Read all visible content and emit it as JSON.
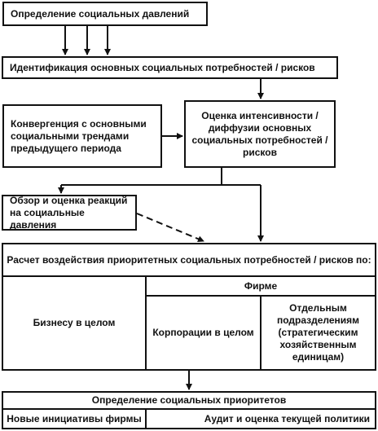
{
  "nodes": {
    "define_pressures": "Определение социальных давлений",
    "identify_needs": "Идентификация основных социальных потребностей / рисков",
    "convergence": "Конвергенция с основными социальными трендами предыдущего периода",
    "assessment": "Оценка интенсивности / диффузии основных социальных потребностей / рисков",
    "review_reactions": "Обзор и оценка реакций на социальные давления",
    "impact_calc": "Расчет воздействия приоритетных социальных потребностей / рисков по:",
    "to_firm": "Фирме",
    "business_overall": "Бизнесу в целом",
    "corporation_overall": "Корпорации в целом",
    "divisions": "Отдельным подразделениям (стратегическим хозяйственным единицам)",
    "define_priorities": "Определение социальных приоритетов",
    "new_initiatives": "Новые инициативы фирмы",
    "audit_policy": "Аудит и оценка текущей политики"
  }
}
